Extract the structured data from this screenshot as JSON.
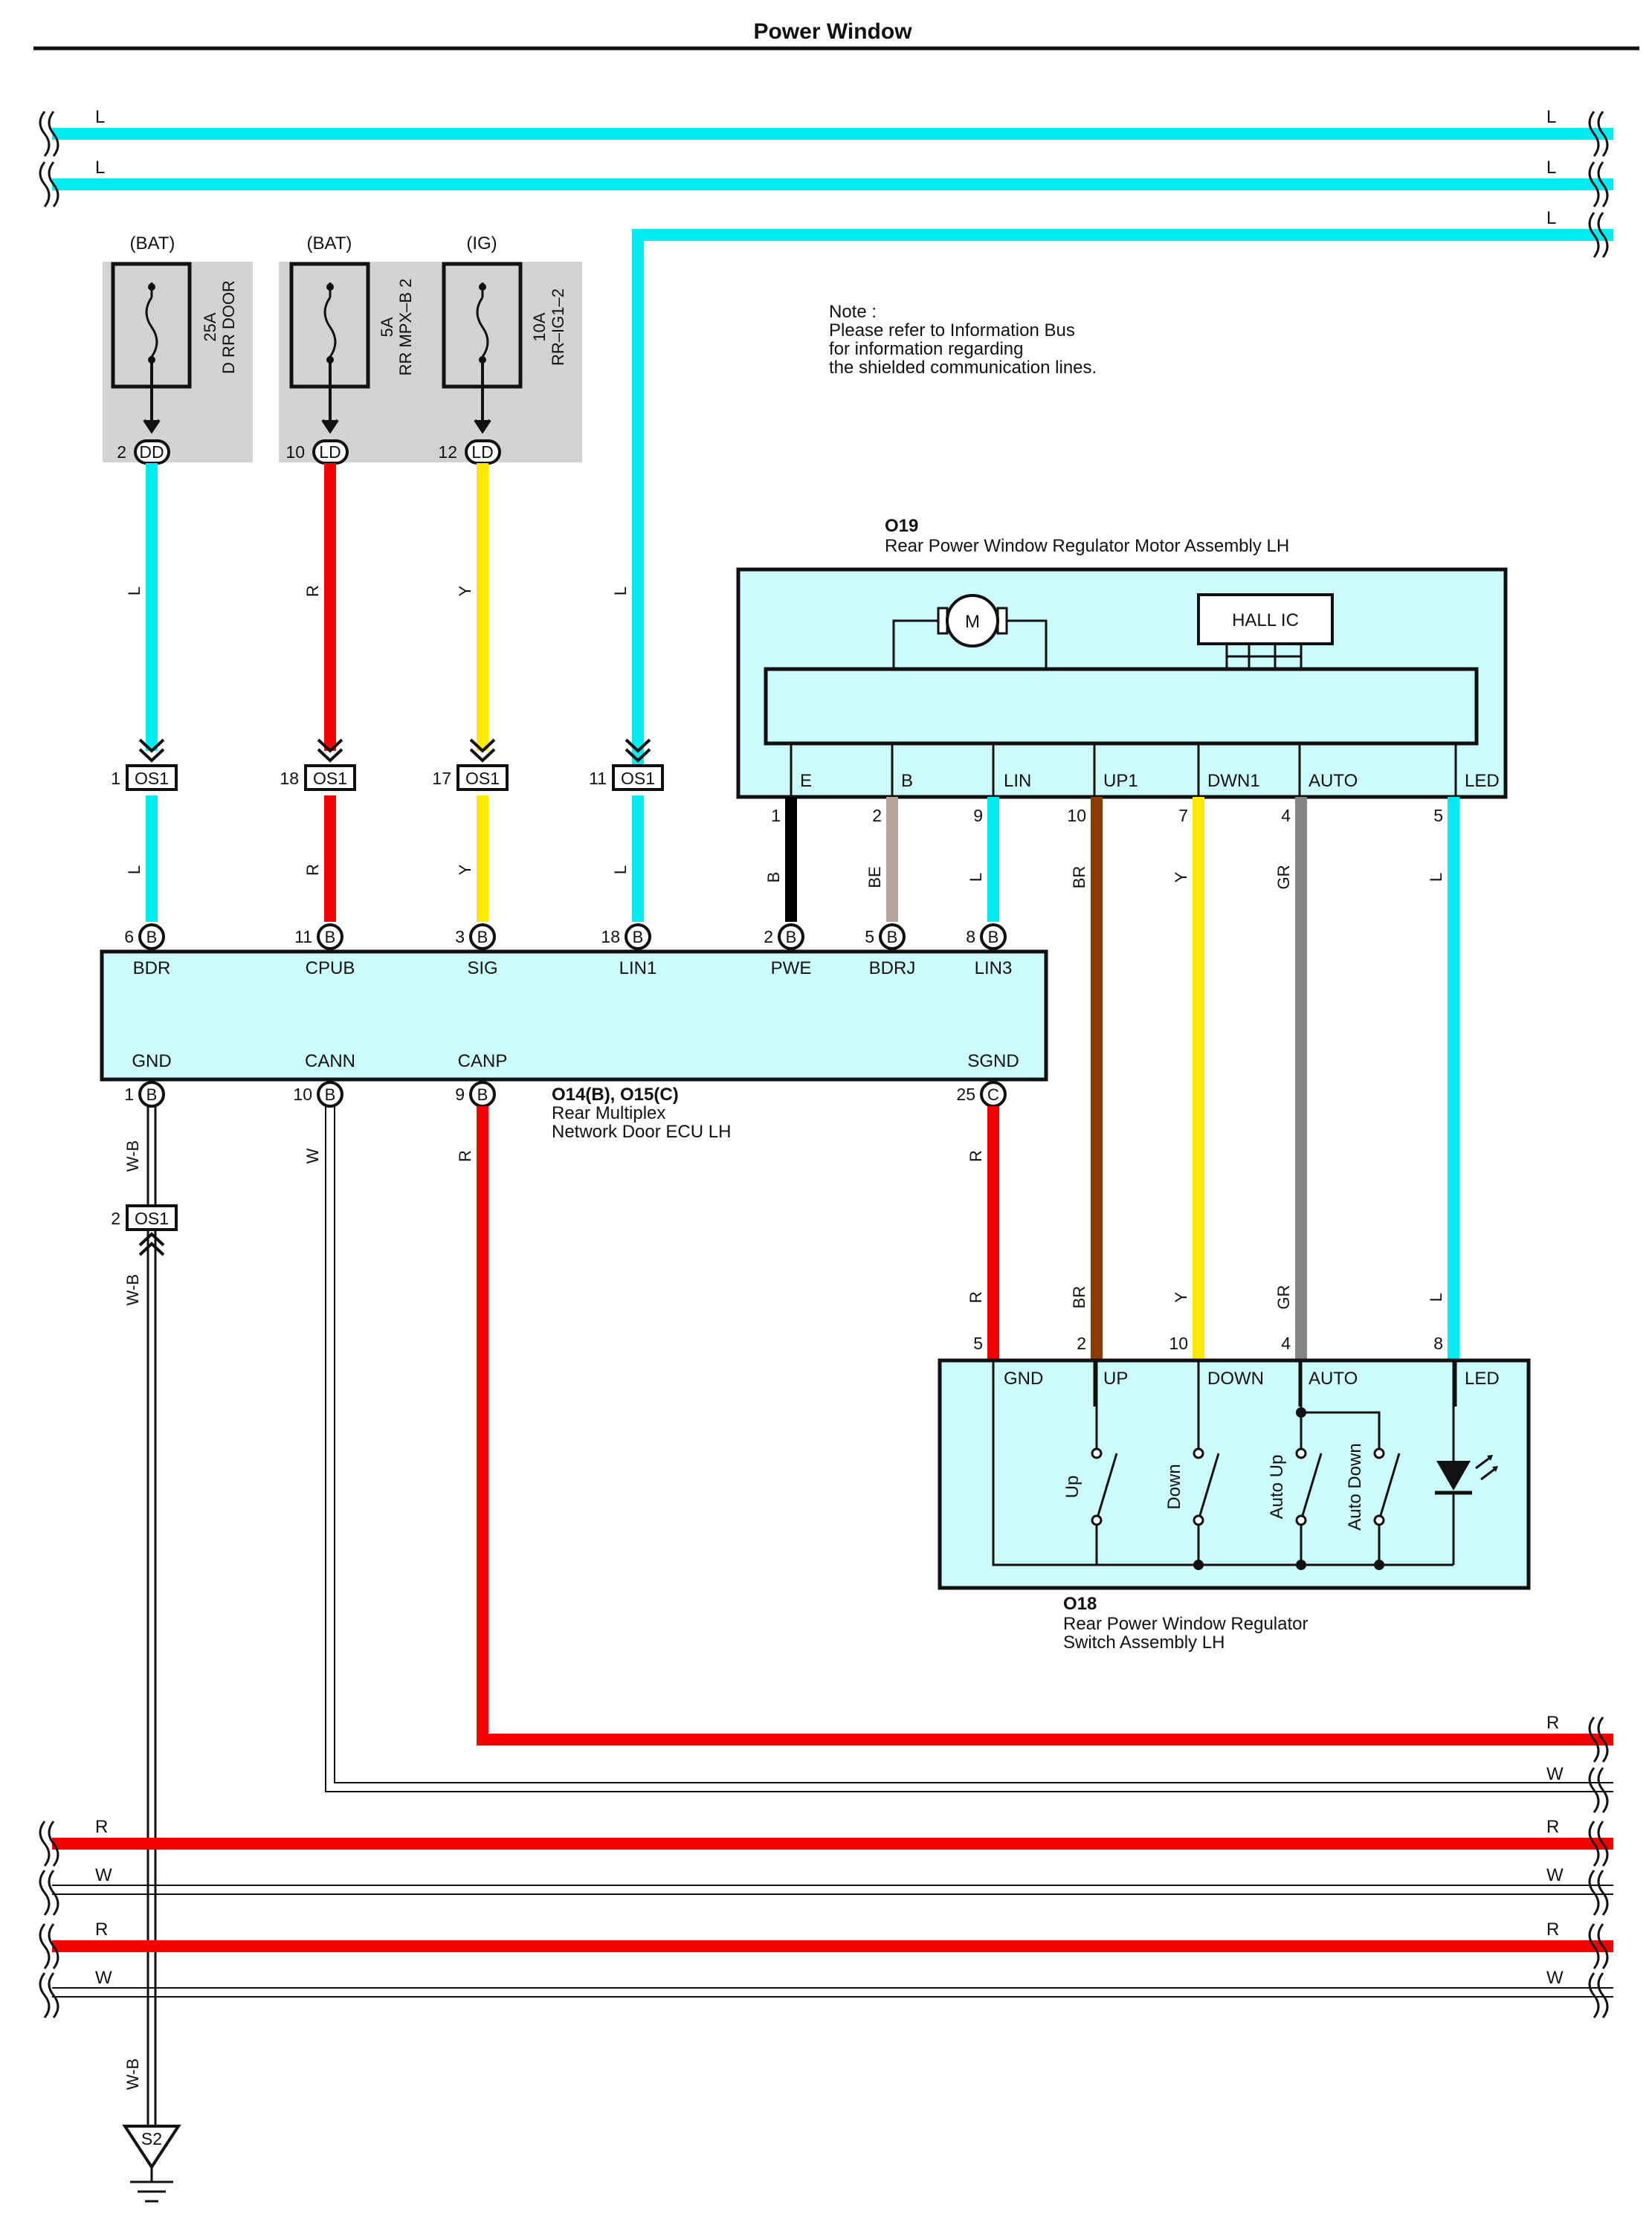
{
  "title": "Power Window",
  "note": [
    "Note :",
    "Please refer to Information Bus",
    "for information regarding",
    "the shielded communication lines."
  ],
  "colors": {
    "L": "#00ecf2",
    "R": "#f50000",
    "Y": "#ffe800",
    "B": "#000000",
    "BE": "#b4a396",
    "BR": "#8b3c00",
    "GR": "#858585",
    "W": "#ffffff",
    "W-B": "#111111",
    "component_fill": "#ccfcfc",
    "fuse_box": "#d3d3d3"
  },
  "bus_lines": {
    "top": [
      {
        "left": "L",
        "right": "L"
      },
      {
        "left": "L",
        "right": "L"
      },
      {
        "right": "L"
      }
    ],
    "bottom": [
      {
        "right": "R"
      },
      {
        "right": "W"
      },
      {
        "left": "R",
        "right": "R"
      },
      {
        "left": "W",
        "right": "W"
      },
      {
        "left": "R",
        "right": "R"
      },
      {
        "left": "W",
        "right": "W"
      }
    ]
  },
  "fuses": [
    {
      "source": "(BAT)",
      "rating": "25A",
      "name": "D RR DOOR",
      "pin": "2",
      "conn": "DD"
    },
    {
      "source": "(BAT)",
      "rating": "5A",
      "name": "RR MPX–B 2",
      "pin": "10",
      "conn": "LD"
    },
    {
      "source": "(IG)",
      "rating": "10A",
      "name": "RR–IG1–2",
      "pin": "12",
      "conn": "LD"
    }
  ],
  "wires_upper": [
    {
      "color": "L",
      "os1_pin": "1",
      "lower_color": "L"
    },
    {
      "color": "R",
      "os1_pin": "18",
      "lower_color": "R"
    },
    {
      "color": "Y",
      "os1_pin": "17",
      "lower_color": "Y"
    },
    {
      "color": "L",
      "os1_pin": "11",
      "lower_color": "L"
    }
  ],
  "os1_conn": "OS1",
  "ecu": {
    "id": "O14(B), O15(C)",
    "name": [
      "Rear Multiplex",
      "Network Door ECU LH"
    ],
    "top_pins": [
      {
        "label": "BDR",
        "pin": "6",
        "conn": "B"
      },
      {
        "label": "CPUB",
        "pin": "11",
        "conn": "B"
      },
      {
        "label": "SIG",
        "pin": "3",
        "conn": "B"
      },
      {
        "label": "LIN1",
        "pin": "18",
        "conn": "B"
      },
      {
        "label": "PWE",
        "pin": "2",
        "conn": "B"
      },
      {
        "label": "BDRJ",
        "pin": "5",
        "conn": "B"
      },
      {
        "label": "LIN3",
        "pin": "8",
        "conn": "B"
      }
    ],
    "bottom_pins": [
      {
        "label": "GND",
        "pin": "1",
        "conn": "B"
      },
      {
        "label": "CANN",
        "pin": "10",
        "conn": "B"
      },
      {
        "label": "CANP",
        "pin": "9",
        "conn": "B"
      },
      {
        "label": "SGND",
        "pin": "25",
        "conn": "C"
      }
    ]
  },
  "motor": {
    "id": "O19",
    "name": "Rear Power Window Regulator Motor Assembly LH",
    "motor_label": "M",
    "hall_label": "HALL IC",
    "terminals": [
      {
        "label": "E",
        "pin": "1",
        "color": "B"
      },
      {
        "label": "B",
        "pin": "2",
        "color": "BE"
      },
      {
        "label": "LIN",
        "pin": "9",
        "color": "L"
      },
      {
        "label": "UP1",
        "pin": "10",
        "color": "BR"
      },
      {
        "label": "DWN1",
        "pin": "7",
        "color": "Y"
      },
      {
        "label": "AUTO",
        "pin": "4",
        "color": "GR"
      },
      {
        "label": "LED",
        "pin": "5",
        "color": "L"
      }
    ]
  },
  "switch": {
    "id": "O18",
    "name": [
      "Rear Power Window Regulator",
      "Switch Assembly LH"
    ],
    "terminals": [
      {
        "label": "GND",
        "pin": "5",
        "color": "R"
      },
      {
        "label": "UP",
        "pin": "2",
        "color": "BR"
      },
      {
        "label": "DOWN",
        "pin": "10",
        "color": "Y"
      },
      {
        "label": "AUTO",
        "pin": "4",
        "color": "GR"
      },
      {
        "label": "LED",
        "pin": "8",
        "color": "L"
      }
    ],
    "switches": [
      "Up",
      "Down",
      "Auto Up",
      "Auto Down"
    ]
  },
  "ground_wire": {
    "color": "W-B",
    "os1_pin": "2"
  },
  "ground": "S2",
  "can_wires": {
    "cann_color": "W",
    "canp_color": "R",
    "sgnd_color": "R"
  }
}
